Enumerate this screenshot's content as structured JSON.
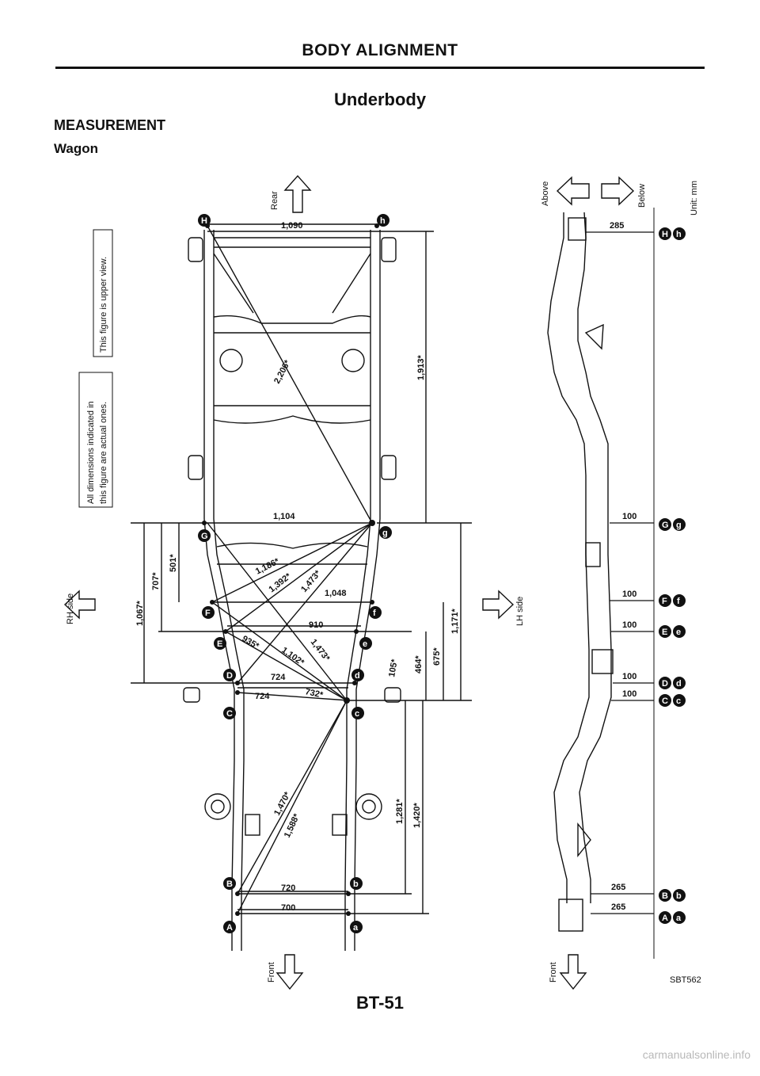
{
  "header": {
    "section": "BODY ALIGNMENT"
  },
  "title": "Underbody",
  "subtitle": "MEASUREMENT",
  "variant": "Wagon",
  "notes": {
    "upper_view": "This figure is upper view.",
    "actual_line1": "All dimensions indicated in",
    "actual_line2": "this figure are actual ones."
  },
  "directions": {
    "rear": "Rear",
    "front_left": "Front",
    "front_right": "Front",
    "rh_side": "RH side",
    "lh_side": "LH side",
    "above": "Above",
    "below": "Below",
    "unit": "Unit: mm"
  },
  "top_view_dims": {
    "hh": "1,090",
    "hg": "2,206*",
    "h_rear": "1,913*",
    "gg": "1,104",
    "gf": "1,186*",
    "ge": "1,392*",
    "gd": "1,473*",
    "ff": "1,048",
    "ee": "910",
    "ce": "935*",
    "cf": "1,102*",
    "cg": "1,473*",
    "dd": "724",
    "cc": "724",
    "cd": "732*",
    "g_to_c": "1,067*",
    "g_to_e": "707*",
    "g_to_f": "501*",
    "g_to_c_lh": "1,171*",
    "e_to_c": "675*",
    "d_to_c": "464*",
    "d_to_c_diag": "105*",
    "ca": "1,470*",
    "cb": "1,588*",
    "c_to_b": "1,281*",
    "c_to_a": "1,420*",
    "bb": "720",
    "aa": "700"
  },
  "side_view_dims": {
    "h": "285",
    "g": "100",
    "f": "100",
    "e": "100",
    "d": "100",
    "c": "100",
    "b": "265",
    "a": "265"
  },
  "points_rh": [
    "H",
    "G",
    "F",
    "E",
    "D",
    "C",
    "B",
    "A"
  ],
  "points_lh": [
    "h",
    "g",
    "f",
    "e",
    "d",
    "c",
    "b",
    "a"
  ],
  "figure_code": "SBT562",
  "page_number": "BT-51",
  "watermark": "carmanualsonline.info"
}
